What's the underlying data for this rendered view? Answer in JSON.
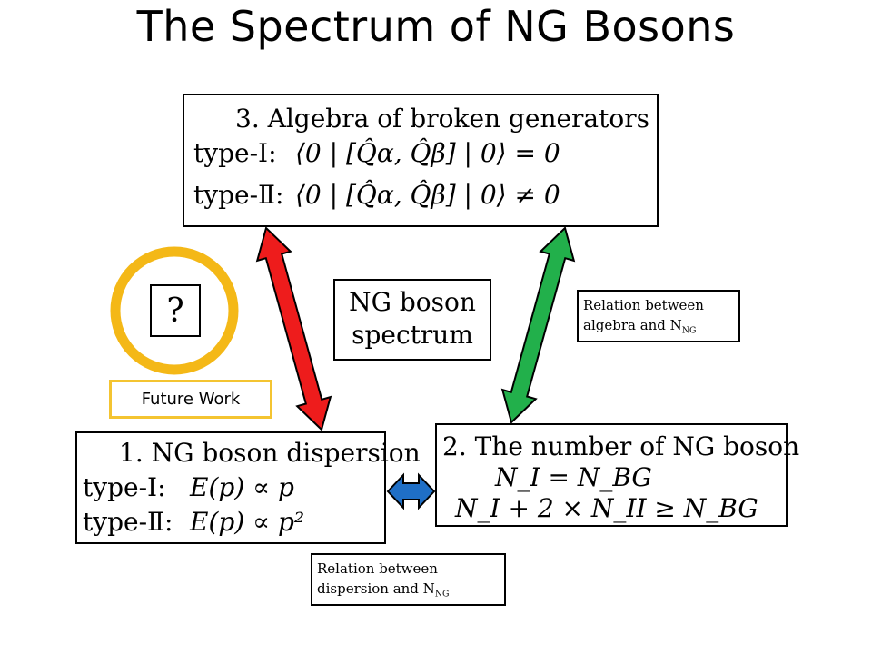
{
  "title": "The Spectrum of NG Bosons",
  "box_algebra": {
    "heading": "3.  Algebra of broken generators",
    "line1_prefix": "type-I:",
    "line1_expr": "⟨0 | [Q̂α, Q̂β] | 0⟩ = 0",
    "line2_prefix": "type-Ⅱ:",
    "line2_expr": "⟨0 | [Q̂α, Q̂β] | 0⟩ ≠ 0"
  },
  "box_center": {
    "line1": "NG boson",
    "line2": "spectrum"
  },
  "box_question": {
    "text": "?"
  },
  "future_work": {
    "label": "Future Work"
  },
  "relation_algebra": {
    "line1": "Relation between",
    "line2": "algebra and N",
    "sub": "NG"
  },
  "relation_dispersion": {
    "line1": "Relation between",
    "line2": "dispersion and N",
    "sub": "NG"
  },
  "box_dispersion": {
    "heading": "1.  NG boson dispersion",
    "line1_prefix": "type-I:",
    "line1_expr": "E(p) ∝ p",
    "line2_prefix": "type-Ⅱ:",
    "line2_expr": "E(p) ∝ p²"
  },
  "box_number": {
    "heading": "2.  The number of NG boson",
    "eq1": "N_I = N_BG",
    "eq2": "N_I + 2 × N_II ≥ N_BG"
  },
  "colors": {
    "arrow_left": "#ee1c1c",
    "arrow_right": "#22b04b",
    "arrow_bottom": "#1f6fc6",
    "future_ring": "#f4b817",
    "future_border": "#f4c431"
  }
}
